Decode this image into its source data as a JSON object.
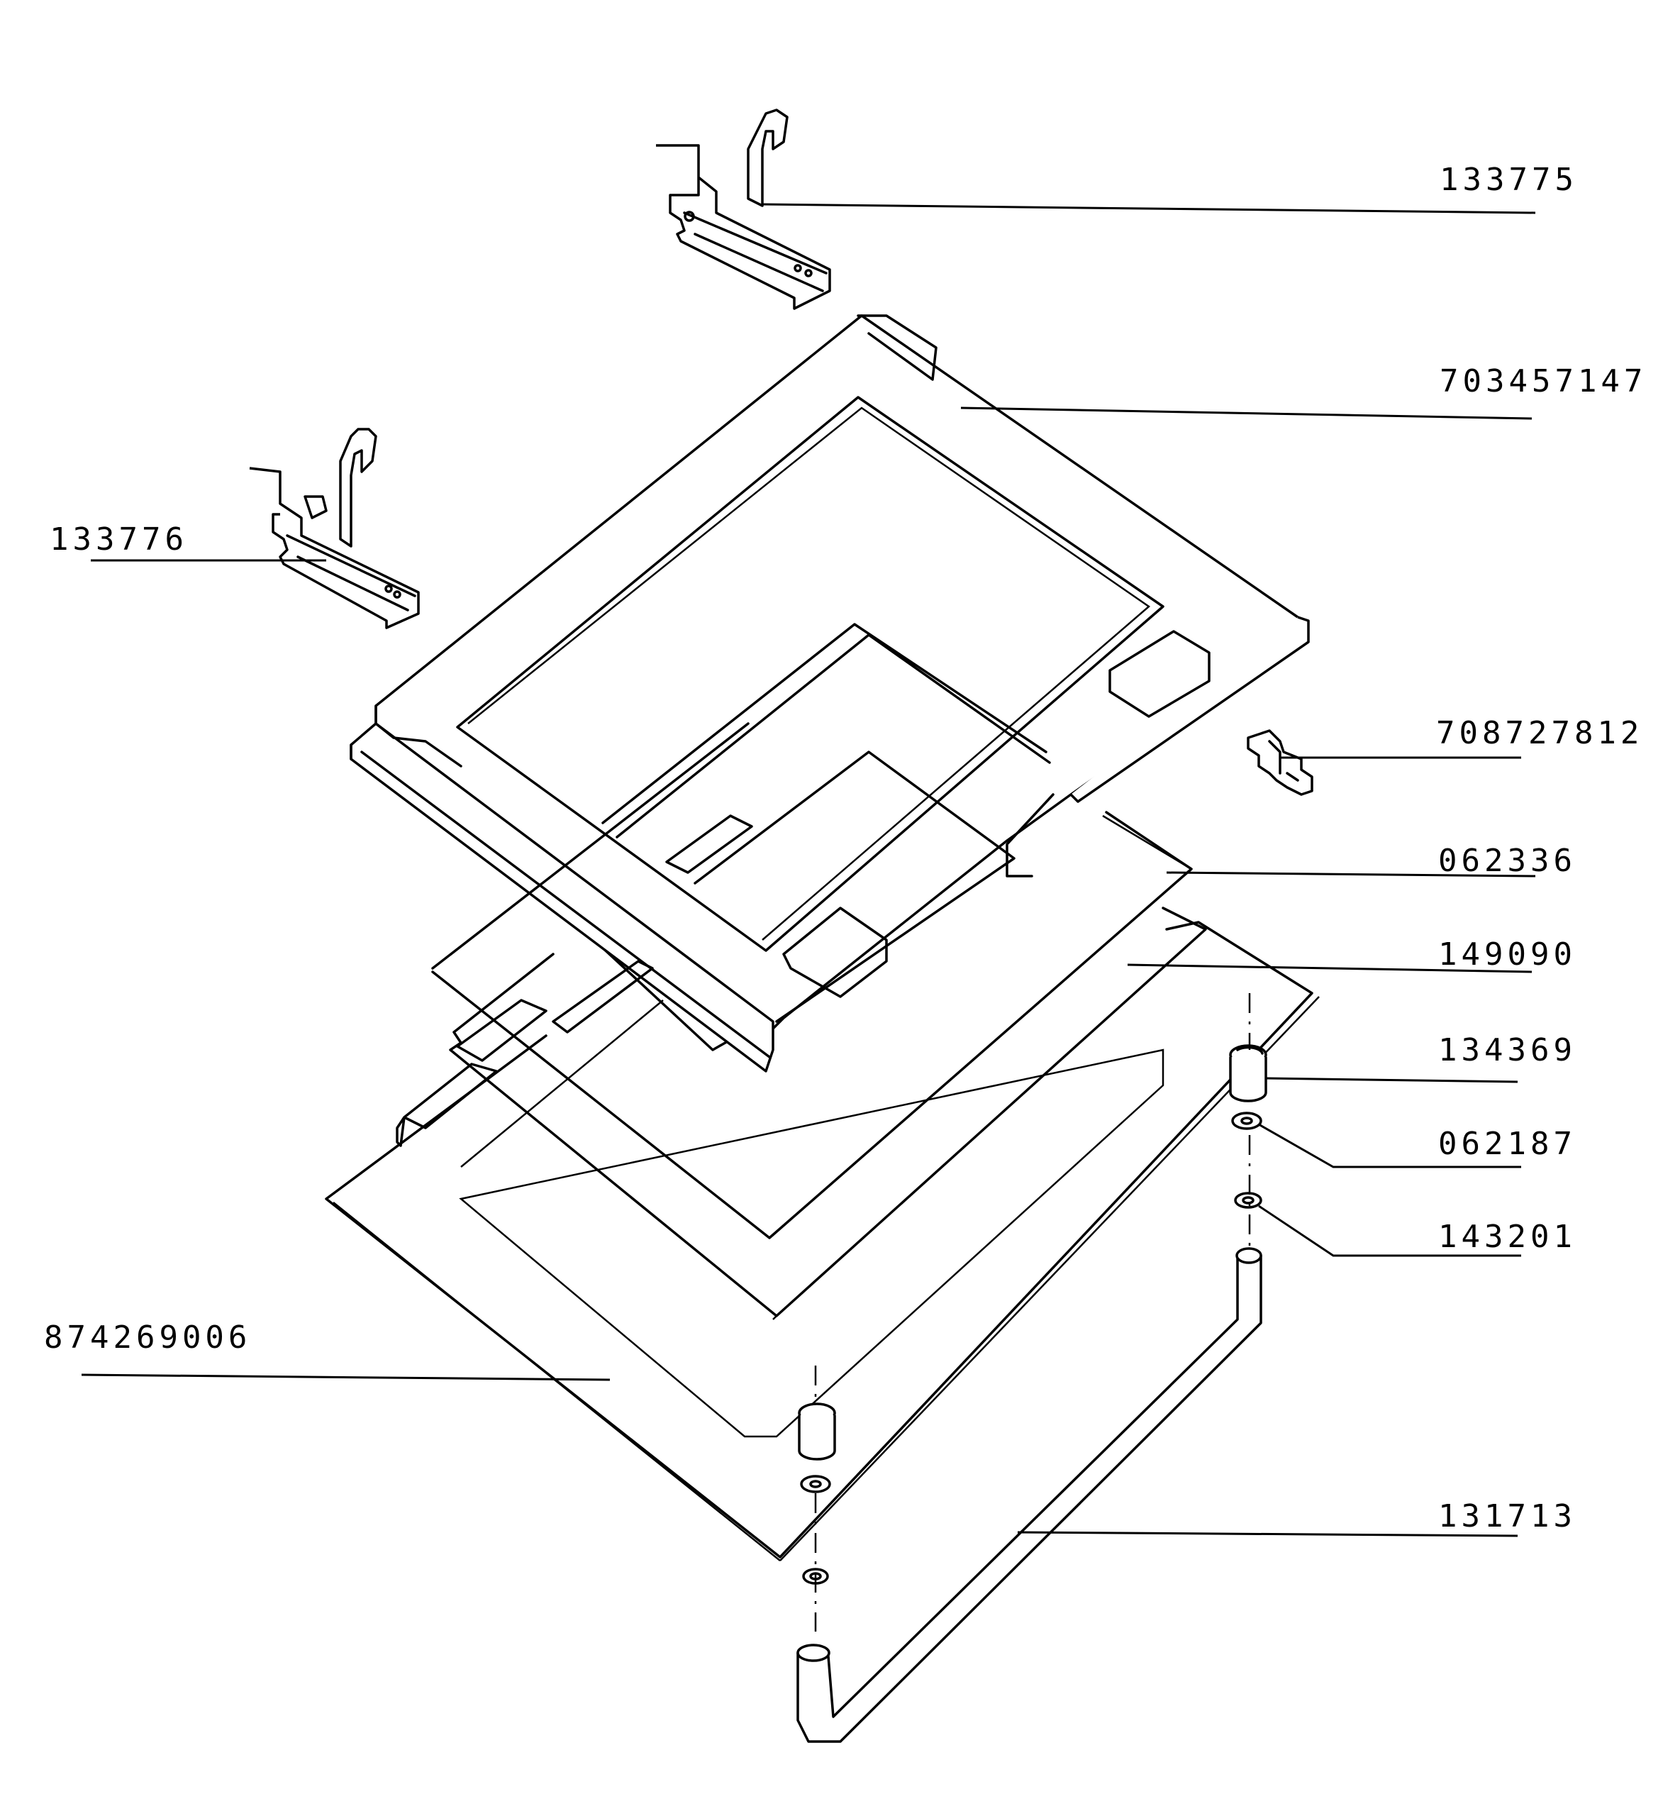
{
  "callouts": {
    "hinge_right": "133775",
    "door_frame": "703457147",
    "hinge_left": "133776",
    "clip": "708727812",
    "glass_inner": "062336",
    "gasket": "149090",
    "handle_bushing": "134369",
    "washer_upper": "062187",
    "washer_lower": "143201",
    "outer_glass_panel": "874269006",
    "handle": "131713"
  }
}
